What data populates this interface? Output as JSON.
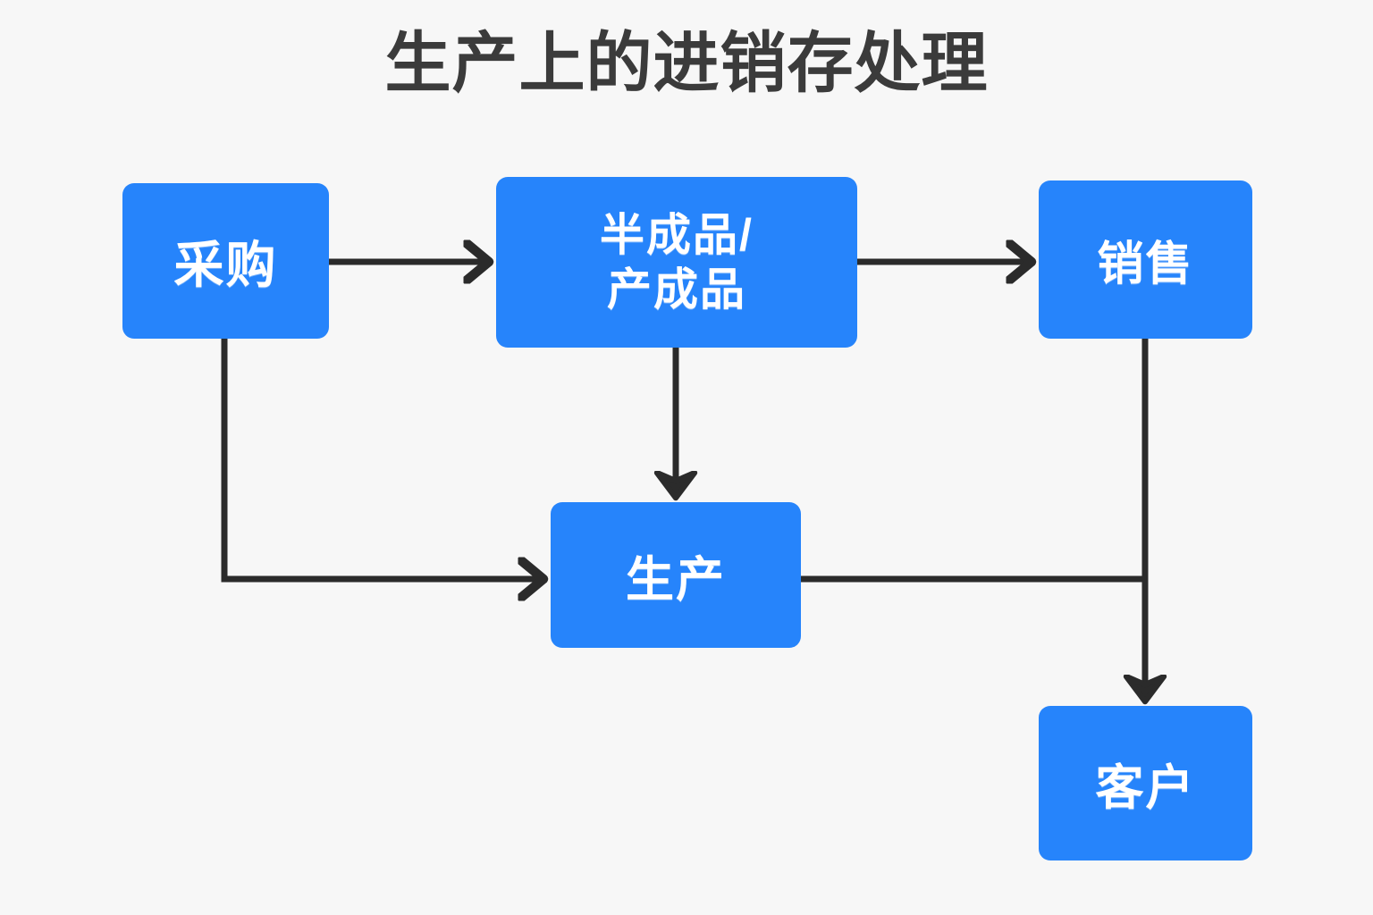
{
  "diagram": {
    "title": "生产上的进销存处理",
    "background_color": "#f7f7f7",
    "node_color": "#2684fb",
    "node_text_color": "#ffffff",
    "connector_color": "#2b2b2b",
    "title_color": "#3b3b3b",
    "type": "flowchart",
    "nodes": [
      {
        "id": "procurement",
        "label": "采购"
      },
      {
        "id": "goods",
        "label_line1": "半成品/",
        "label_line2": "产成品"
      },
      {
        "id": "sales",
        "label": "销售"
      },
      {
        "id": "production",
        "label": "生产"
      },
      {
        "id": "customer",
        "label": "客户"
      }
    ],
    "edges": [
      {
        "from": "procurement",
        "to": "goods",
        "style": "arrow-right"
      },
      {
        "from": "goods",
        "to": "sales",
        "style": "arrow-right"
      },
      {
        "from": "goods",
        "to": "production",
        "style": "arrow-down"
      },
      {
        "from": "procurement",
        "to": "production",
        "style": "elbow-down-right-arrow"
      },
      {
        "from": "production",
        "to": "customer",
        "style": "elbow-right-down-arrow"
      },
      {
        "from": "sales",
        "to": "customer",
        "style": "arrow-down"
      }
    ]
  }
}
